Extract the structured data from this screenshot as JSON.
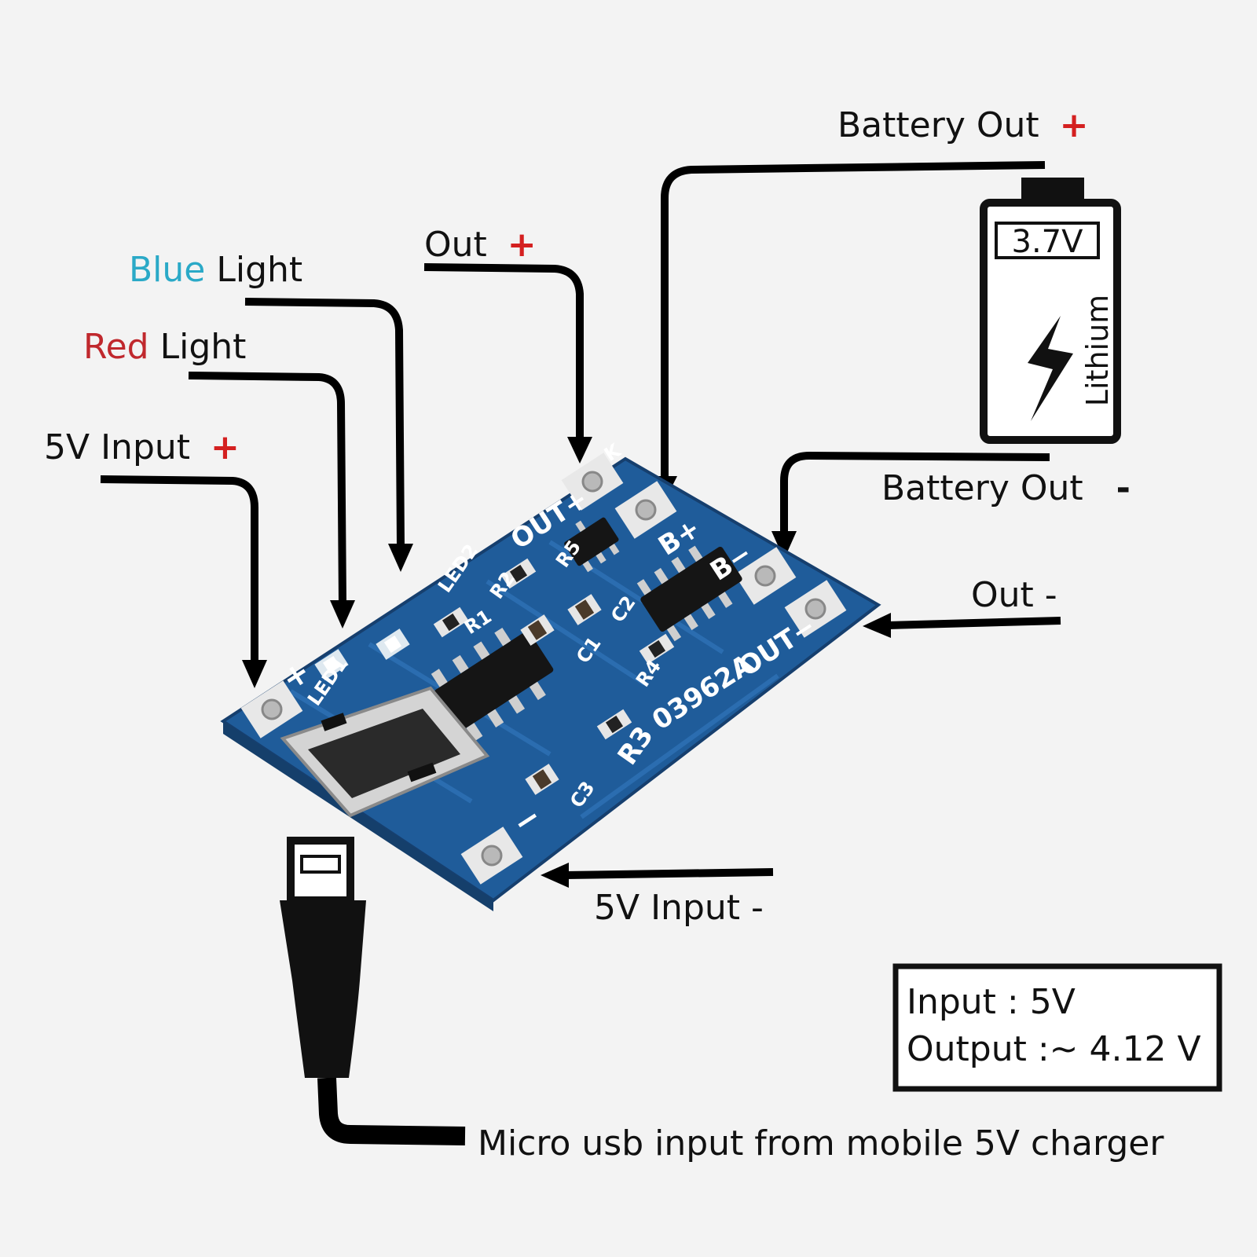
{
  "labels": {
    "battery_out_plus": "Battery Out",
    "battery_out_plus_sign": "+",
    "battery_out_minus": "Battery Out",
    "battery_out_minus_sign": "-",
    "out_plus": "Out",
    "out_plus_sign": "+",
    "out_minus": "Out -",
    "blue_light_color_word": "Blue",
    "blue_light_rest": " Light",
    "red_light_color_word": "Red",
    "red_light_rest": " Light",
    "input_plus": "5V Input",
    "input_plus_sign": "+",
    "input_minus": "5V Input -",
    "usb_caption": "Micro usb input from mobile 5V charger"
  },
  "battery": {
    "voltage": "3.7V",
    "type": "Lithium"
  },
  "specs": {
    "input": "Input : 5V",
    "output": "Output :~ 4.12 V"
  },
  "silkscreen": {
    "out_plus": "OUT+",
    "b_plus": "B+",
    "b_minus": "B−",
    "out_minus": "OUT−",
    "in_plus": "+",
    "in_minus": "−",
    "code": "03962A",
    "r3": "R3",
    "r1": "R1",
    "r2": "R2",
    "r4": "R4",
    "r5": "R5",
    "c1": "C1",
    "c2": "C2",
    "c3": "C3",
    "led1": "LED1",
    "led2": "LED2",
    "k": "K"
  },
  "colors": {
    "blue_word": "#2aa9c7",
    "red_word": "#c0282d",
    "sign_red": "#d42020",
    "pcb": "#1f5c9a",
    "pcb_dark": "#184a7e",
    "silk": "#ffffff"
  }
}
